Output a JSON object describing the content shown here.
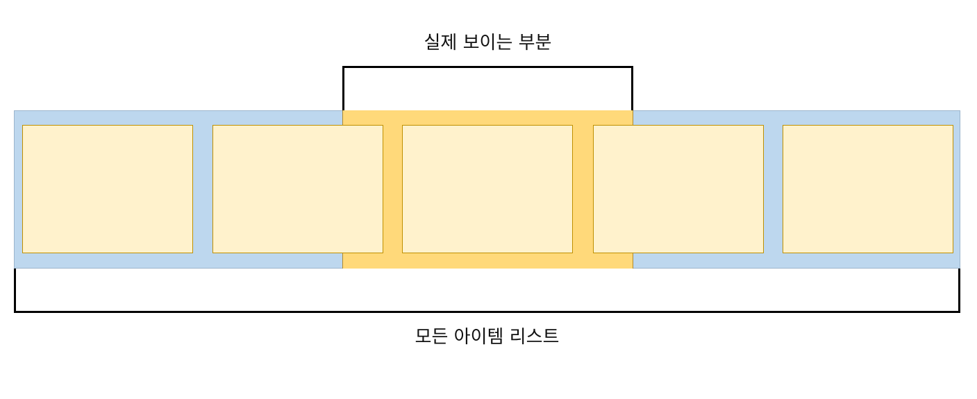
{
  "diagram": {
    "visible_region_label": "실제 보이는 부분",
    "all_items_label": "모든 아이템 리스트",
    "item_count": 5,
    "colors": {
      "list_background": "#bdd7ee",
      "visible_background": "#ffd97a",
      "item_fill": "#fff2cc",
      "item_border": "#bf9000",
      "bracket": "#000000"
    }
  }
}
